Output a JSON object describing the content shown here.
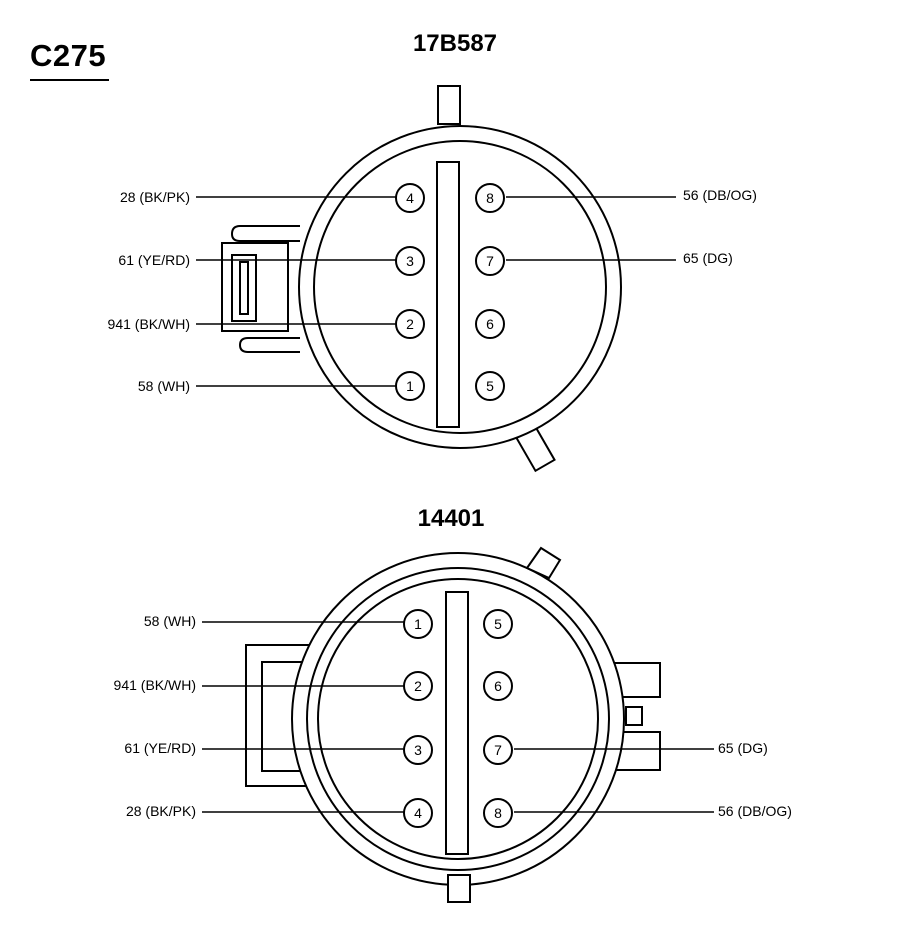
{
  "page_title": "C275",
  "connectors": [
    {
      "id": "17B587",
      "title": "17B587",
      "pins": [
        {
          "num": "4",
          "wire": "28 (BK/PK)"
        },
        {
          "num": "3",
          "wire": "61 (YE/RD)"
        },
        {
          "num": "2",
          "wire": "941 (BK/WH)"
        },
        {
          "num": "1",
          "wire": "58 (WH)"
        },
        {
          "num": "8",
          "wire": "56 (DB/OG)"
        },
        {
          "num": "7",
          "wire": "65 (DG)"
        },
        {
          "num": "6",
          "wire": ""
        },
        {
          "num": "5",
          "wire": ""
        }
      ]
    },
    {
      "id": "14401",
      "title": "14401",
      "pins": [
        {
          "num": "1",
          "wire": "58 (WH)"
        },
        {
          "num": "2",
          "wire": "941 (BK/WH)"
        },
        {
          "num": "3",
          "wire": "61 (YE/RD)"
        },
        {
          "num": "4",
          "wire": "28 (BK/PK)"
        },
        {
          "num": "5",
          "wire": ""
        },
        {
          "num": "6",
          "wire": ""
        },
        {
          "num": "7",
          "wire": "65 (DG)"
        },
        {
          "num": "8",
          "wire": "56 (DB/OG)"
        }
      ]
    }
  ]
}
